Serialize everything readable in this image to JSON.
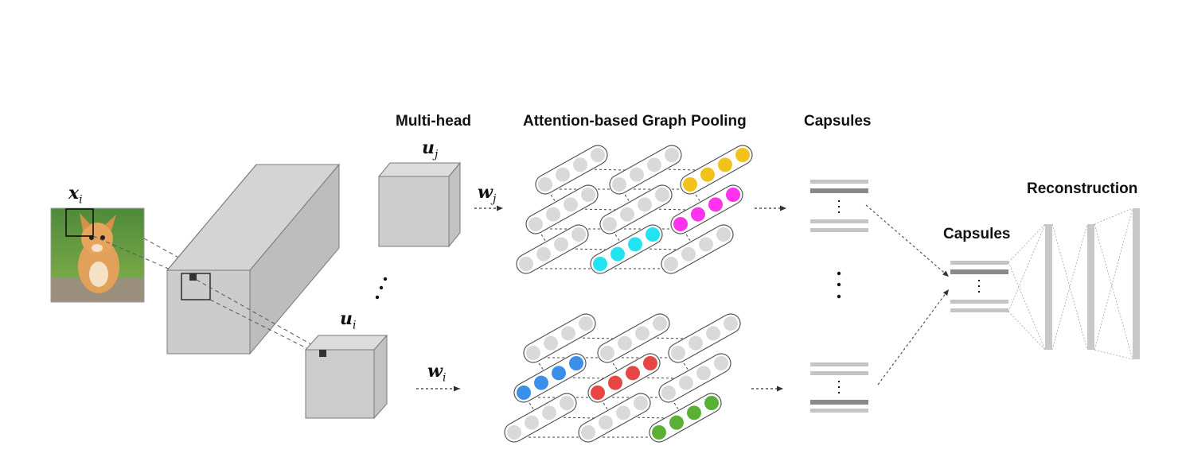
{
  "labels": {
    "multi_head": "Multi-head",
    "graph_pooling": "Attention-based Graph Pooling",
    "capsules_primary": "Capsules",
    "capsules_class": "Capsules",
    "reconstruction": "Reconstruction"
  },
  "math": {
    "x": "x",
    "x_sub": "i",
    "u_j": "u",
    "u_j_sub": "j",
    "u_i": "u",
    "u_i_sub": "i",
    "w_j": "w",
    "w_j_sub": "j",
    "w_i": "w",
    "w_i_sub": "i"
  },
  "colors": {
    "box_fill": "#cfcfcf",
    "box_edge": "#7a7a7a",
    "node_gray": "#d9d9d9",
    "yellow": "#f2c21b",
    "magenta": "#ff33ee",
    "cyan": "#22e3f0",
    "blue": "#3b8fe8",
    "red": "#e84545",
    "green": "#5ab034",
    "capsule_dark": "#8a8a8a",
    "capsule_light": "#c4c4c4"
  },
  "icons": {
    "input_image": "kitten-photo-icon"
  }
}
